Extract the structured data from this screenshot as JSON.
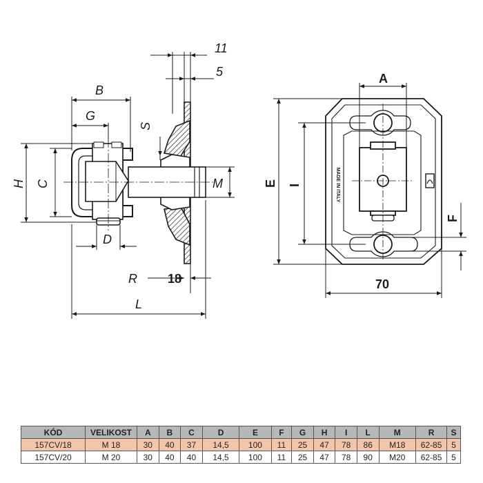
{
  "labels": {
    "a": "A",
    "b": "B",
    "c": "C",
    "d": "D",
    "e": "E",
    "f": "F",
    "g": "G",
    "h": "H",
    "i": "I",
    "l": "L",
    "m": "M",
    "r": "R",
    "s": "S",
    "dim_11": "11",
    "dim_5": "5",
    "dim_18": "18",
    "dim_70": "70",
    "stamp": "MADE IN ITALY"
  },
  "table": {
    "headers": [
      "KÓD",
      "VELIKOST",
      "A",
      "B",
      "C",
      "D",
      "E",
      "F",
      "G",
      "H",
      "I",
      "L",
      "M",
      "R",
      "S"
    ],
    "rows": [
      [
        "157CV/18",
        "M 18",
        "30",
        "40",
        "37",
        "14,5",
        "100",
        "11",
        "25",
        "47",
        "78",
        "86",
        "M18",
        "62-85",
        "5"
      ],
      [
        "157CV/20",
        "M 20",
        "30",
        "40",
        "40",
        "14,5",
        "100",
        "11",
        "25",
        "47",
        "78",
        "90",
        "M20",
        "62-85",
        "5"
      ]
    ],
    "highlight_color": "#f3c6aa",
    "header_color": "#b7b7b7"
  }
}
